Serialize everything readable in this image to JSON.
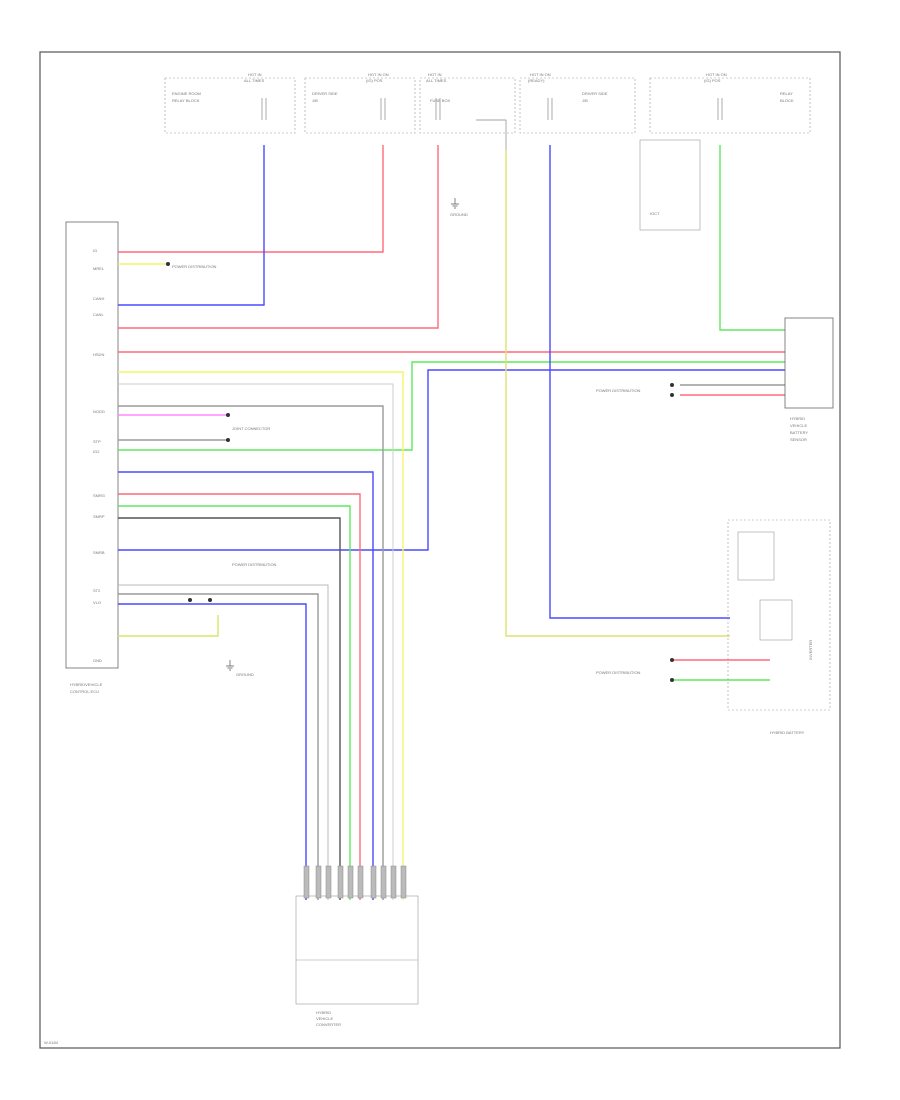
{
  "colors": {
    "red": "#ff6b7a",
    "blue": "#4a4aff",
    "green": "#5ee85e",
    "yellow": "#f4f46a",
    "gray": "#9a9a9a",
    "dark": "#555555",
    "frame": "#555555"
  },
  "page": {
    "code": "W-0184"
  },
  "components": {
    "left_ecu": {
      "label_lines": [
        "HYBRIDVEHICLE",
        "CONTROL ECU"
      ],
      "pins": [
        "IG",
        "MREL",
        "CANH",
        "CANL",
        "HSDN",
        "NODD",
        "STP",
        "IG2",
        "SMRG",
        "SMRP",
        "SMRB",
        "ST2",
        "VLO",
        "GND"
      ]
    },
    "top_fuses": [
      {
        "id": "f1",
        "lines": [
          "HOT IN",
          "ALL TIMES"
        ],
        "desc": [
          "ENGINE ROOM",
          "RELAY BLOCK"
        ]
      },
      {
        "id": "f2",
        "lines": [
          "HOT IN ON",
          "(IG) POS"
        ],
        "desc": [
          "DRIVER SIDE",
          "J/B"
        ]
      },
      {
        "id": "f3",
        "lines": [
          "HOT IN",
          "ALL TIMES"
        ],
        "desc": [
          "FUSE BOX"
        ]
      },
      {
        "id": "f4",
        "lines": [
          "HOT IN ON",
          "(READY)"
        ],
        "desc": [
          "DRIVER SIDE",
          "J/B"
        ]
      },
      {
        "id": "f5",
        "lines": [
          "HOT IN ON",
          "(IG) POS"
        ],
        "desc": [
          "RELAY",
          "BLOCK"
        ]
      }
    ],
    "right_sensor": {
      "label_lines": [
        "HYBRID",
        "VEHICLE",
        "BATTERY",
        "SENSOR"
      ]
    },
    "right_unit": {
      "label": "INVERTER"
    },
    "right_unit_caption": "HYBRID BATTERY",
    "bottom_connector": {
      "label_lines": [
        "HYBRID",
        "VEHICLE",
        "CONVERTER"
      ]
    }
  },
  "labels": {
    "splice_1": "POWER DISTRIBUTION",
    "splice_2": "GROUND",
    "splice_3": "JOINT CONNECTOR",
    "ground_1": "GROUND",
    "ground_2": "GROUND",
    "relay_label": "IGCT"
  }
}
